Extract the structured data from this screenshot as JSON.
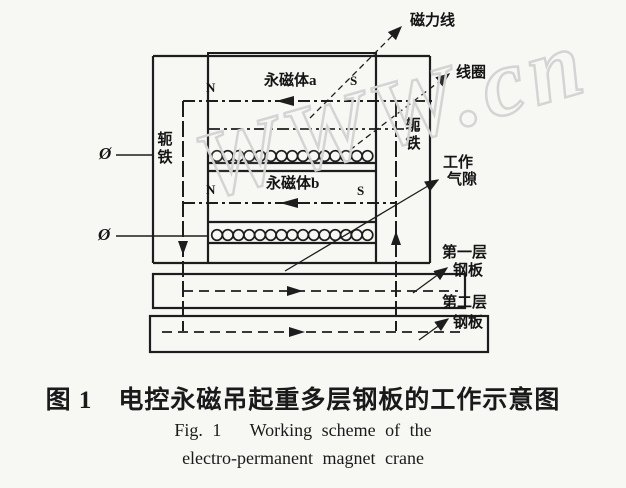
{
  "figure": {
    "watermark": "WWW.cn",
    "coil_turns_per_row": 15,
    "labels": {
      "flux_line": "磁力线",
      "coil": "线圈",
      "yoke": "轭铁",
      "magnet_a": "永磁体a",
      "magnet_b": "永磁体b",
      "pole_n": "N",
      "pole_s": "S",
      "terminal": "Ø",
      "work_gap_l1": "工作",
      "work_gap_l2": "气隙",
      "layer1": "第一层",
      "layer2": "第二层",
      "steel_plate": "钢板"
    },
    "caption": {
      "zh": "图 1　电控永磁吊起重多层钢板的工作示意图",
      "en_line1": "Fig. 1   Working scheme of the",
      "en_line2": "electro-permanent magnet crane"
    },
    "colors": {
      "ink": "#1d1d1d",
      "background": "#f7f7f4",
      "watermark": "#d4d4d4"
    }
  }
}
